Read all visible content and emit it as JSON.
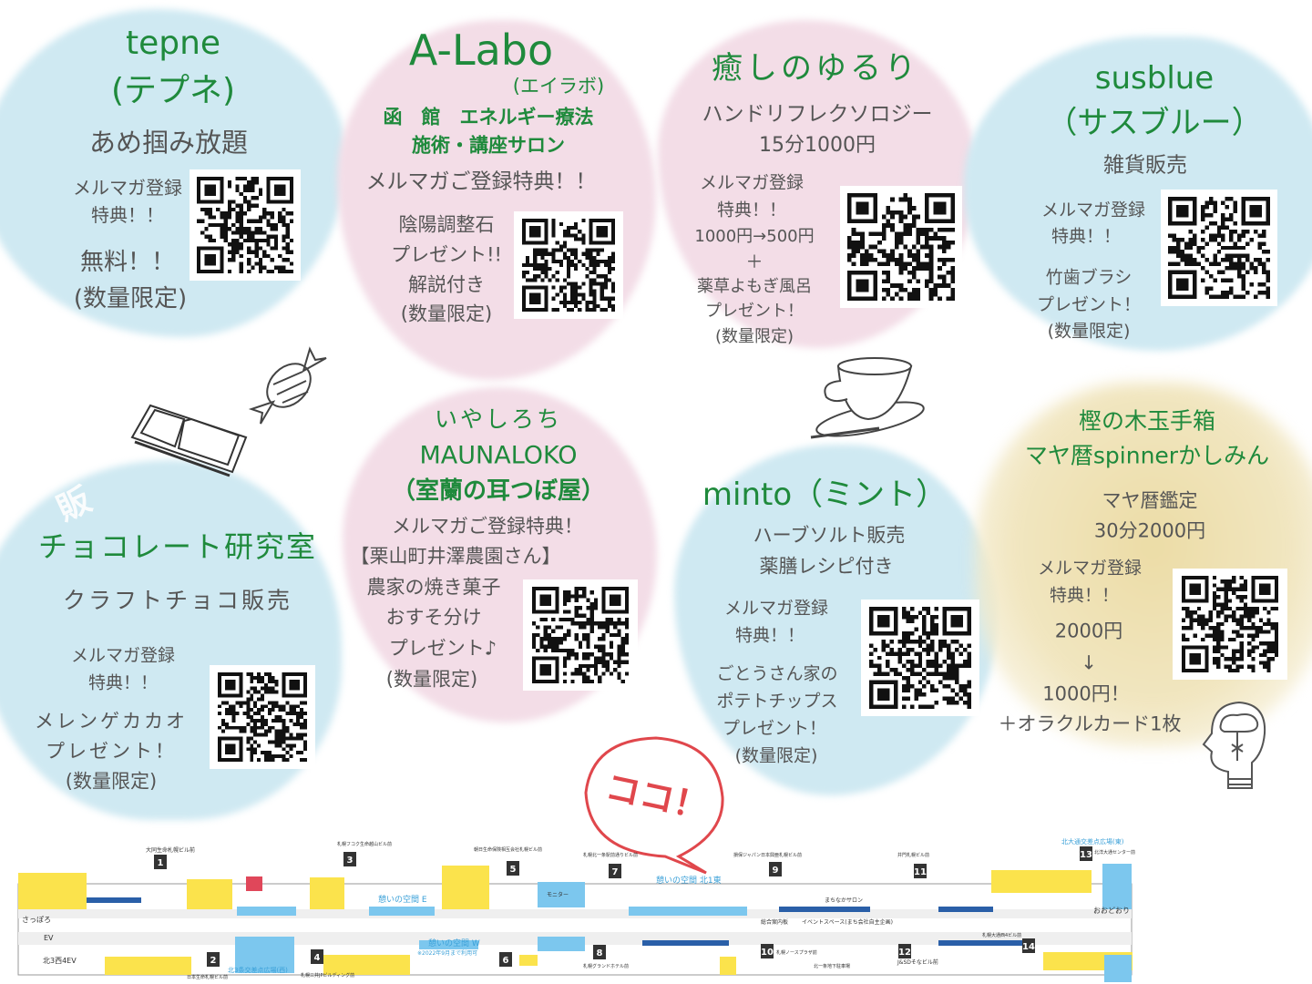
{
  "colors": {
    "green": "#1f8a3c",
    "text": "#555555",
    "blue": "#cfe9f2",
    "pink": "#f3dde7",
    "yellow": "#ecdca6",
    "red": "#e0474c",
    "mapYellow": "#fbe34c",
    "mapBlue": "#7cc7ee"
  },
  "stores": [
    {
      "lines": [
        "tepne",
        "(テプネ)",
        "あめ掴み放題",
        "メルマガ登録",
        "特典！！",
        "無料！！",
        "(数量限定)"
      ]
    },
    {
      "lines": [
        "A-Labo",
        "(エイラボ)",
        "函　館　エネルギー療法",
        "施術・講座サロン",
        "メルマガご登録特典！！",
        "陰陽調整石",
        "プレゼント!!",
        "解説付き",
        "(数量限定)"
      ]
    },
    {
      "lines": [
        "癒しのゆるり",
        "ハンドリフレクソロジー",
        "15分1000円",
        "メルマガ登録",
        "特典！！",
        "1000円→500円",
        "＋",
        "薬草よもぎ風呂",
        "プレゼント！",
        "(数量限定)"
      ]
    },
    {
      "lines": [
        "susblue",
        "（サスブルー）",
        "雑貨販売",
        "メルマガ登録",
        "特典！！",
        "竹歯ブラシ",
        "プレゼント！",
        "(数量限定)"
      ]
    },
    {
      "lines": [
        "チョコレート研究室",
        "クラフトチョコ販売",
        "メルマガ登録",
        "特典！！",
        "メレンゲカカオ",
        "プレゼント！",
        "(数量限定)"
      ],
      "watermark": "販"
    },
    {
      "lines": [
        "いやしろち",
        "MAUNALOKO",
        "（室蘭の耳つぼ屋）",
        "メルマガご登録特典！",
        "【栗山町井澤農園さん】",
        "農家の焼き菓子",
        "おすそ分け",
        "プレゼント♪",
        "(数量限定)"
      ]
    },
    {
      "lines": [
        "minto（ミント）",
        "ハーブソルト販売",
        "薬膳レシピ付き",
        "メルマガ登録",
        "特典！！",
        "ごとうさん家の",
        "ポテトチップス",
        "プレゼント！",
        "(数量限定)"
      ]
    },
    {
      "lines": [
        "樫の木玉手箱",
        "マヤ暦spinnerかしみん",
        "マヤ暦鑑定",
        "30分2000円",
        "メルマガ登録",
        "特典！！",
        "2000円",
        "↓",
        "1000円！",
        "＋オラクルカード1枚"
      ]
    }
  ],
  "callout": "ココ！",
  "map": {
    "stations": [
      "さっぽろ",
      "おおどおり"
    ],
    "ev_label": "EV",
    "ev_name": "北3西4EV",
    "exits": [
      "1",
      "2",
      "3",
      "4",
      "5",
      "6",
      "7",
      "8",
      "9",
      "10",
      "11",
      "12",
      "13",
      "14"
    ],
    "spaces": [
      "憩いの空間 E",
      "憩いの空間 W",
      "※2022年9月まで利用可",
      "憩いの空間 北1東"
    ],
    "plazas": [
      "北3条交差点広場(西)",
      "北大通交差点広場(東)"
    ],
    "salon": "まちなかサロン",
    "monitor": "モニター",
    "labels": [
      "大同生命札幌ビル前",
      "日本生命札幌ビル前",
      "札幌フコク生命越山ビル前",
      "札幌三井JPビルディング前",
      "朝日生命保険相互会社札幌ビル前",
      "札幌北一条駅前通りビル前",
      "札幌グランドホテル前",
      "損保ジャパン日本興亜札幌ビル前",
      "札幌ノースプラザ前",
      "井門札幌ビル前",
      "J&SDそなビル前",
      "北洋大通センター前",
      "札幌大通西4ビル前",
      "イベントスペース(まち会社自主企画)",
      "総合案内板",
      "北一条地下駐車場"
    ]
  }
}
